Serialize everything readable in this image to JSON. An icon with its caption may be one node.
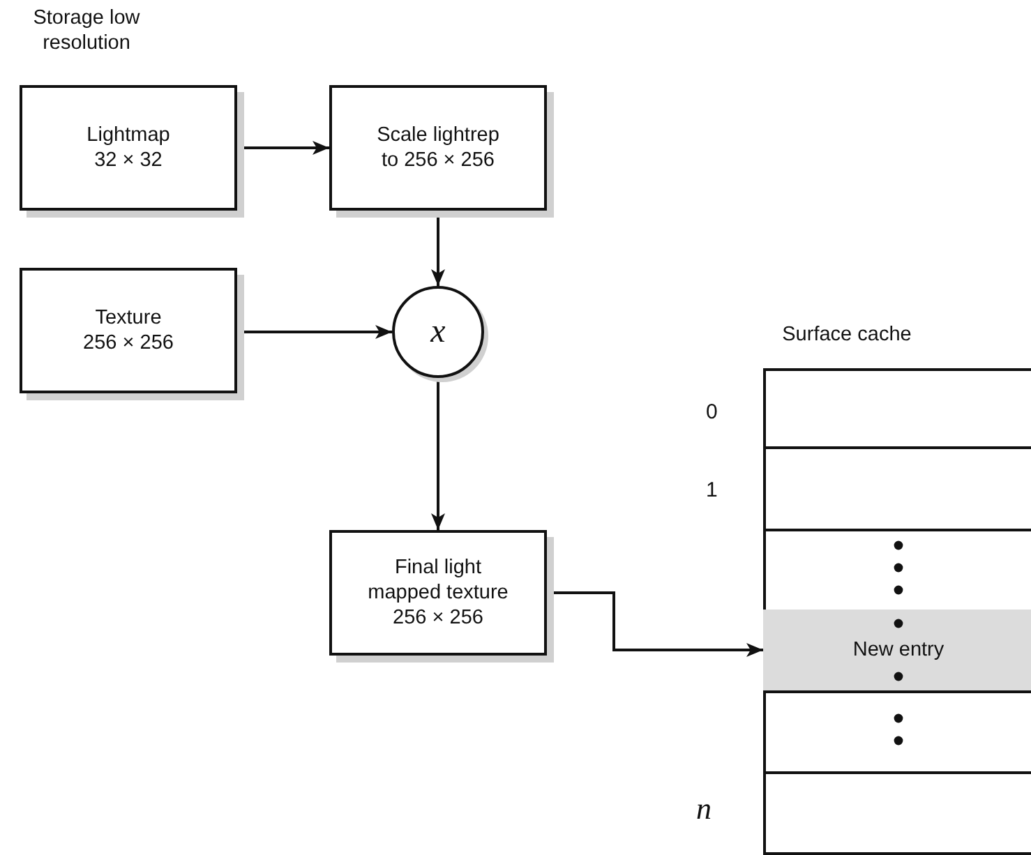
{
  "diagram": {
    "nodes": [
      {
        "text": [
          "Lightmap 32 × 32"
        ],
        "beside": [
          "Storage low resolution"
        ]
      },
      {
        "text": [
          "Scale lightrep to 256 × 256"
        ]
      },
      {
        "text": [
          "Texture 256 × 256"
        ]
      },
      {
        "text": [
          "x"
        ]
      },
      {
        "text": [
          "Final light mapped texture 256 × 256"
        ]
      },
      {
        "text": [
          "Surface cache"
        ]
      },
      {
        "text": [
          "New entry"
        ],
        "in": 5
      }
    ],
    "edges": [
      {
        "from": 0,
        "to": 1,
        "arrow": "to"
      },
      {
        "from": 1,
        "to": 3,
        "arrow": "to"
      },
      {
        "from": 2,
        "to": 3,
        "arrow": "to"
      },
      {
        "from": 3,
        "to": 4,
        "arrow": "to"
      },
      {
        "from": 4,
        "to": 6,
        "arrow": "to"
      }
    ],
    "labels": [
      "0",
      "1",
      "n"
    ]
  }
}
